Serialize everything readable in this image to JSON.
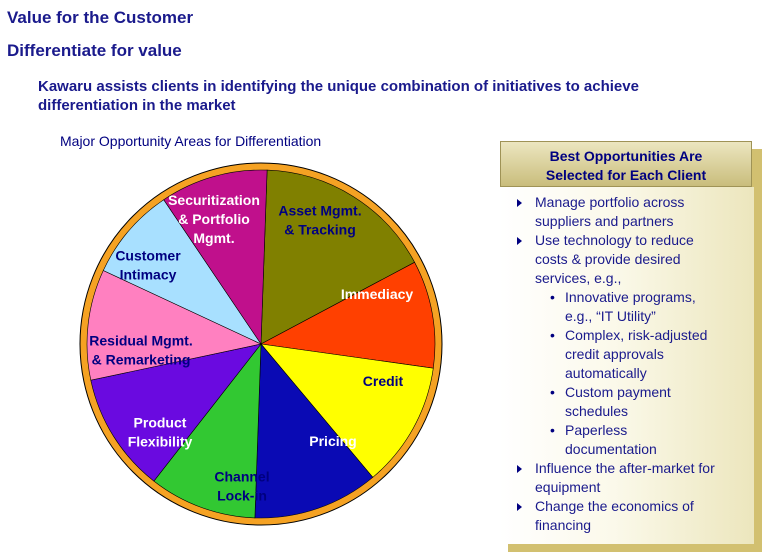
{
  "header": {
    "title": "Value for the Customer",
    "subtitle": "Differentiate for value"
  },
  "intro": "Kawaru assists clients in identifying the unique combination of initiatives to achieve differentiation in the market",
  "diagram": {
    "title": "Major Opportunity Areas for Differentiation",
    "rim_color": "#f5a223",
    "segments": [
      {
        "lines": [
          "Asset Mgmt.",
          "& Tracking"
        ],
        "color": "#808000",
        "text_color": "#000080"
      },
      {
        "lines": [
          "Immediacy"
        ],
        "color": "#ff4000",
        "text_color": "#ffffff"
      },
      {
        "lines": [
          "Credit"
        ],
        "color": "#ffff00",
        "text_color": "#000080"
      },
      {
        "lines": [
          "Pricing"
        ],
        "color": "#0a0ab4",
        "text_color": "#ffffff"
      },
      {
        "lines": [
          "Channel",
          "Lock-in"
        ],
        "color": "#32c832",
        "text_color": "#000080"
      },
      {
        "lines": [
          "Product",
          "Flexibility"
        ],
        "color": "#6a0ae0",
        "text_color": "#ffffff"
      },
      {
        "lines": [
          "Residual Mgmt.",
          "& Remarketing"
        ],
        "color": "#ff80c0",
        "text_color": "#000080"
      },
      {
        "lines": [
          "Customer",
          "Intimacy"
        ],
        "color": "#a8e0ff",
        "text_color": "#000080"
      },
      {
        "lines": [
          "Securitization",
          "& Portfolio",
          "Mgmt."
        ],
        "color": "#c0108c",
        "text_color": "#ffffff"
      }
    ]
  },
  "panel": {
    "header_line1": "Best Opportunities Are",
    "header_line2": "Selected for Each Client",
    "items": [
      {
        "level": 1,
        "lines": [
          "Manage portfolio across",
          "suppliers and partners"
        ]
      },
      {
        "level": 1,
        "lines": [
          "Use technology to reduce",
          "costs & provide desired",
          "services, e.g.,"
        ]
      },
      {
        "level": 2,
        "lines": [
          "Innovative programs,",
          "e.g., “IT Utility”"
        ]
      },
      {
        "level": 2,
        "lines": [
          "Complex, risk-adjusted",
          "credit approvals",
          "automatically"
        ]
      },
      {
        "level": 2,
        "lines": [
          "Custom payment",
          "schedules"
        ]
      },
      {
        "level": 2,
        "lines": [
          "Paperless",
          "documentation"
        ]
      },
      {
        "level": 1,
        "lines": [
          "Influence the after-market for",
          "equipment"
        ]
      },
      {
        "level": 1,
        "lines": [
          "Change the economics of",
          "financing"
        ]
      }
    ]
  }
}
